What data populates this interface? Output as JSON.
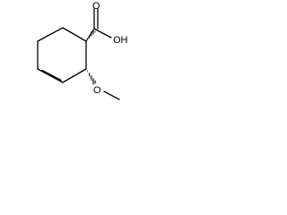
{
  "molecule": {
    "atoms": {
      "oh": "OH",
      "o_carbonyl": "O",
      "o_methoxy": "O"
    },
    "colors": {
      "ink": "#000000",
      "background": "#ffffff"
    }
  }
}
